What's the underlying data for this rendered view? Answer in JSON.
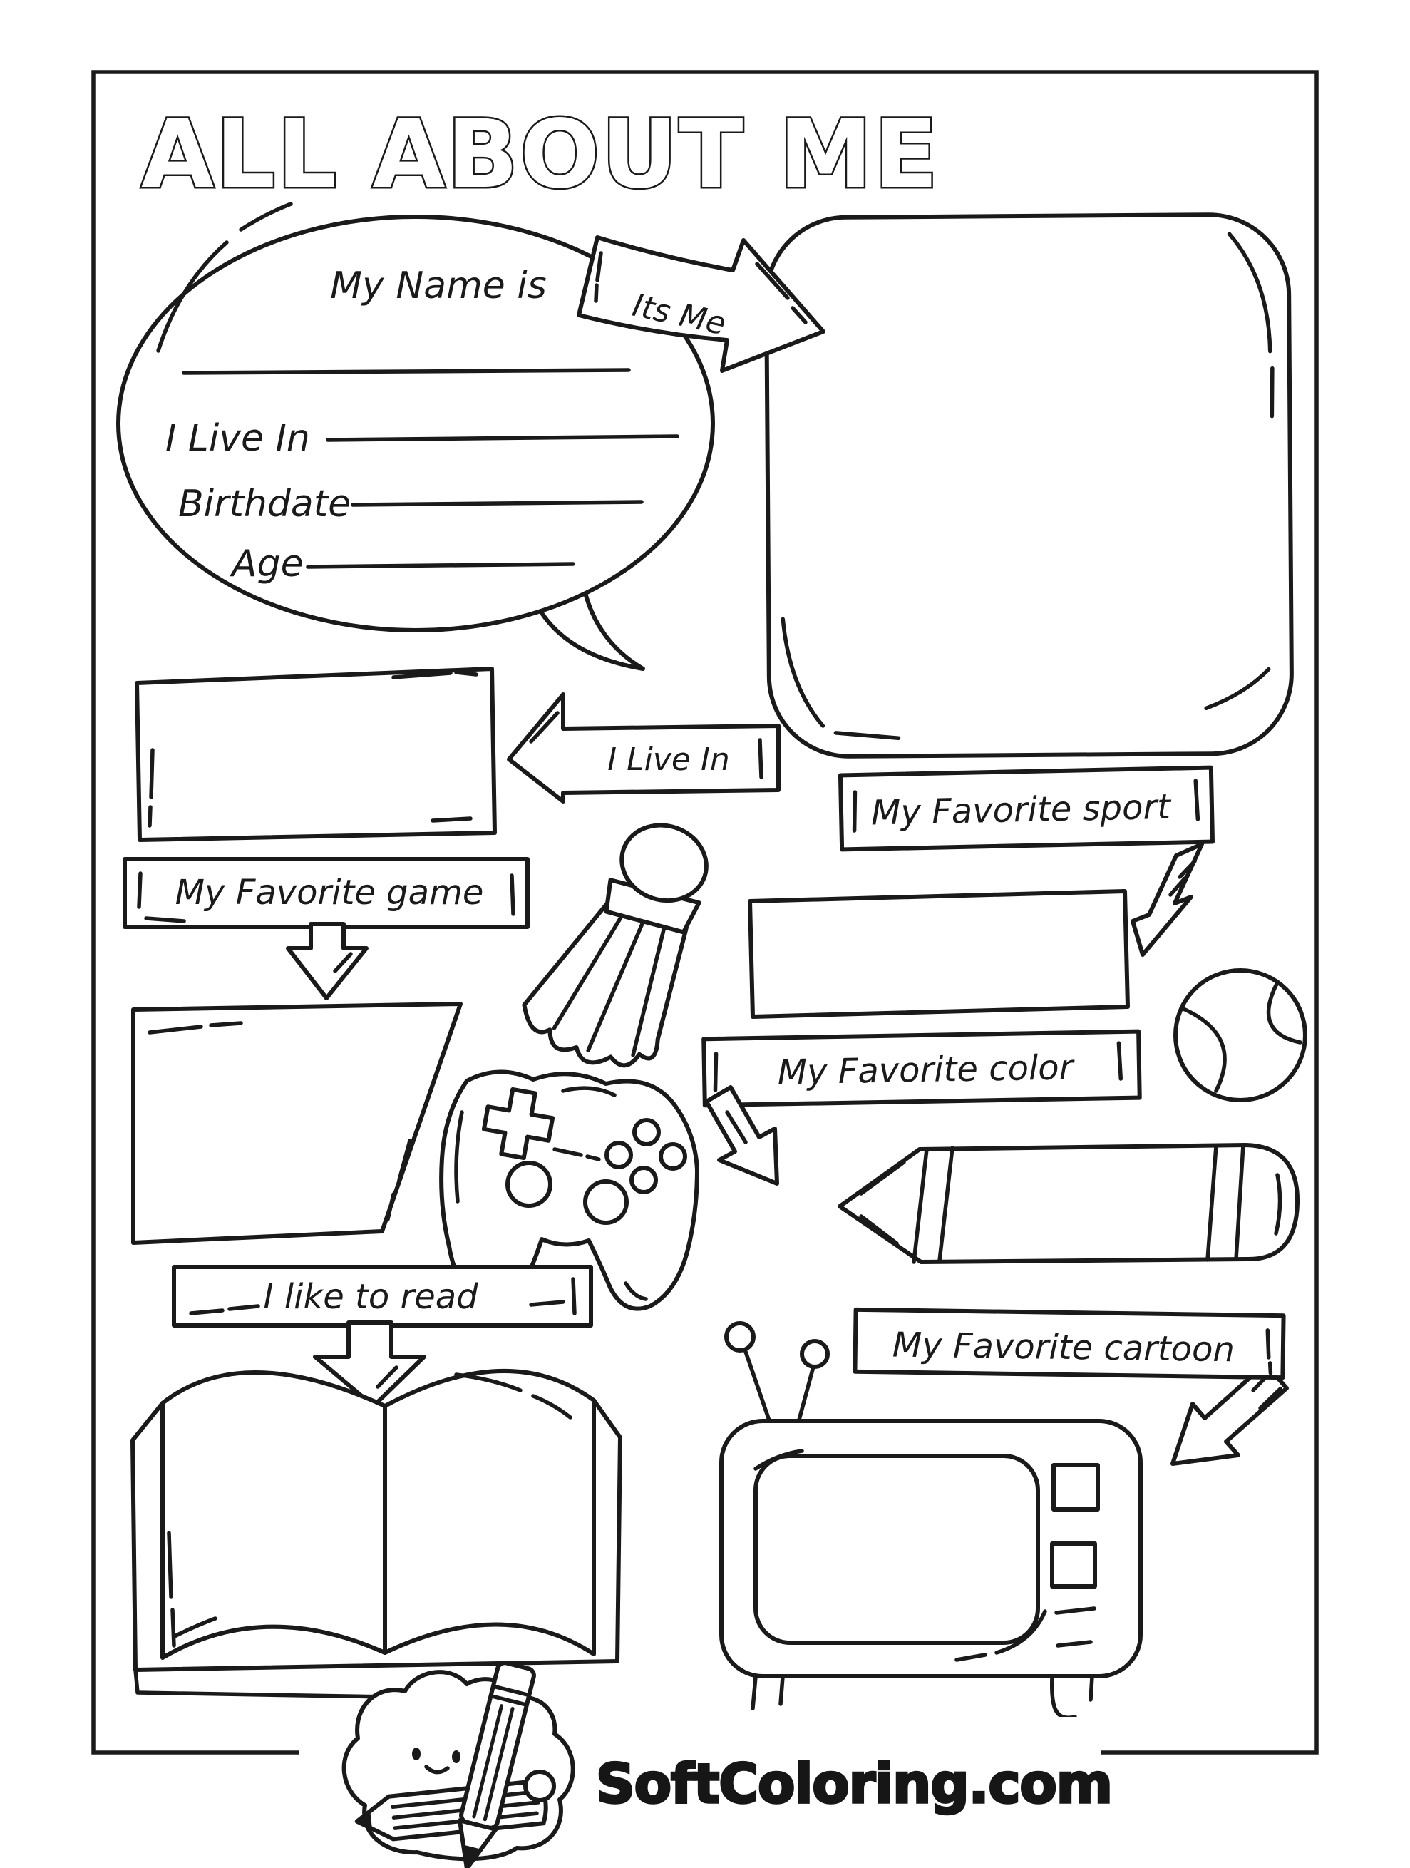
{
  "page": {
    "title": "ALL ABOUT ME",
    "brand": "SoftColoring.com",
    "paper_color": "#ffffff",
    "line_color": "#1a1a1a"
  },
  "speech_bubble": {
    "heading": "My Name is",
    "field_live_in": "I Live In",
    "field_birthdate": "Birthdate",
    "field_age": "Age"
  },
  "photo": {
    "ribbon_label": "Its Me"
  },
  "address": {
    "arrow_label": "I Live In"
  },
  "banners": {
    "sport": "My Favorite sport",
    "game": "My Favorite game",
    "color": "My Favorite color",
    "read": "I like to read",
    "cartoon": "My Favorite cartoon"
  },
  "icons": {
    "shuttlecock": "badminton-shuttlecock-icon",
    "controller": "game-controller-icon",
    "crayon": "crayon-icon",
    "ball": "ball-icon",
    "book": "open-book-icon",
    "tv": "television-icon",
    "mascot": "cloud-pencil-mascot-icon"
  }
}
